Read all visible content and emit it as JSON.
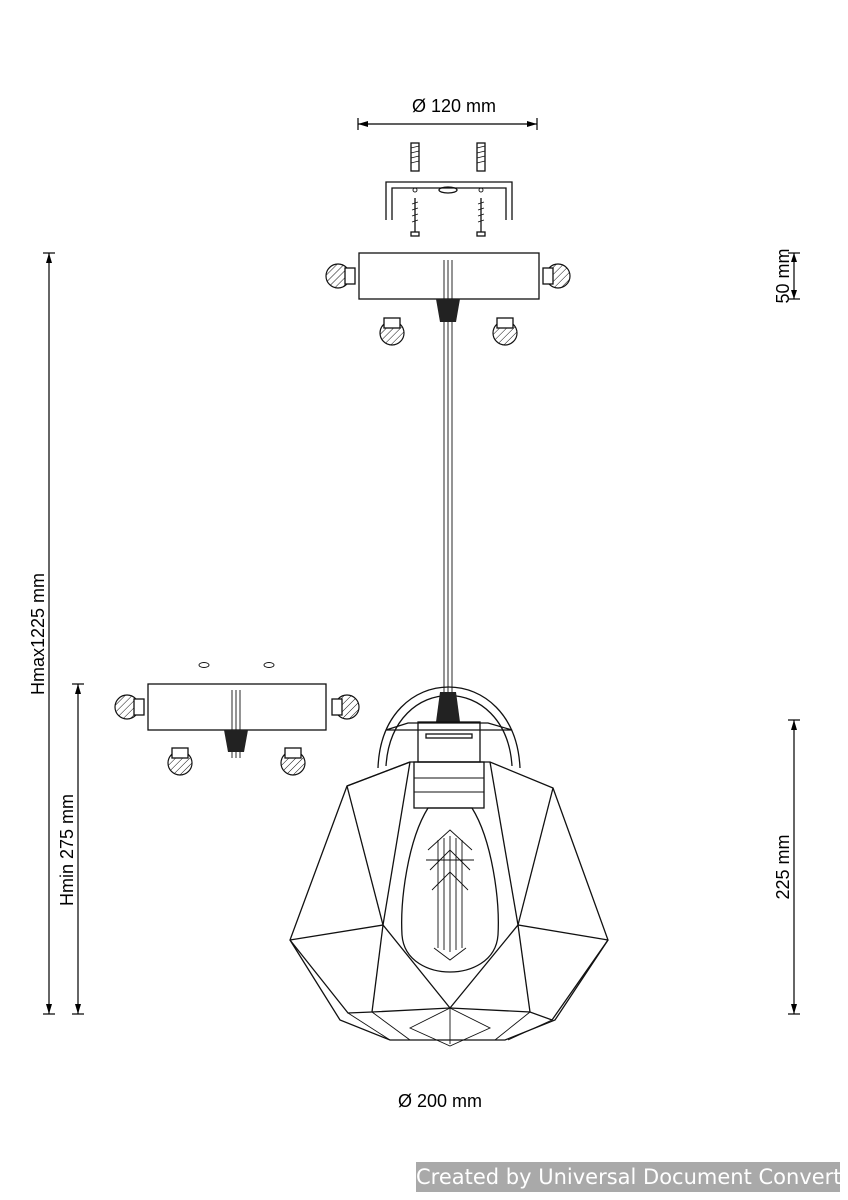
{
  "dimensions": {
    "canopy_diameter": "Ø 120 mm",
    "canopy_height": "50 mm",
    "h_max": "Hmax1225 mm",
    "h_min": "Hmin 275 mm",
    "shade_height": "225 mm",
    "shade_diameter": "Ø 200 mm"
  },
  "watermark": "Created by Universal Document Converter"
}
